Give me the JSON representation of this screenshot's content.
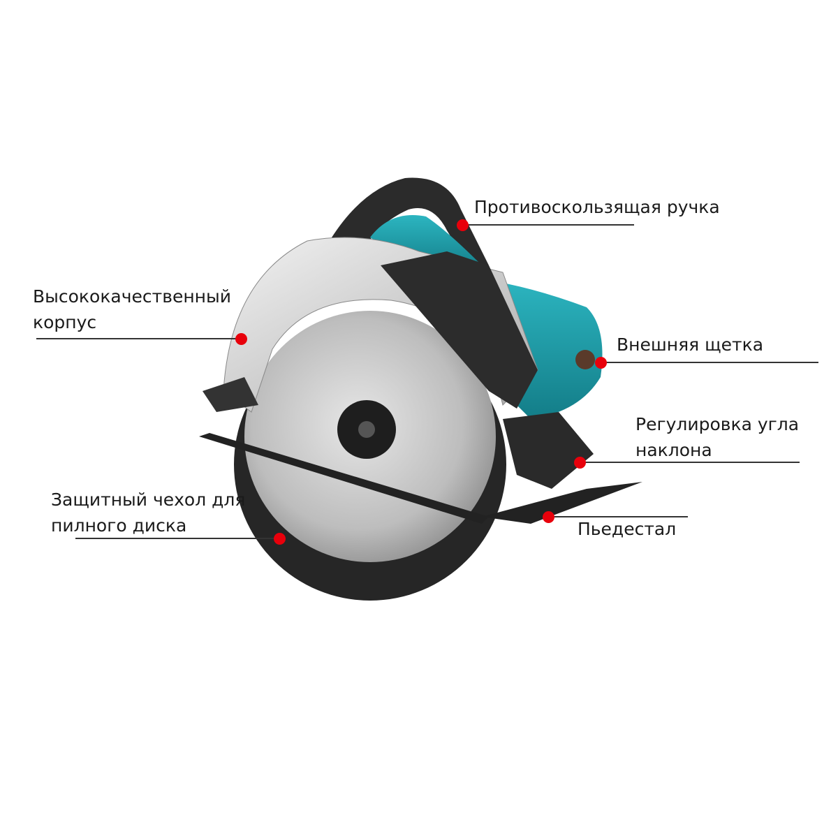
{
  "colors": {
    "marker": "#e8000b",
    "motor": "#1a9aa6",
    "guard": "#2a2a2a",
    "blade": "#c8c8c8"
  },
  "callouts": {
    "handle": {
      "lines": [
        "Противоскользящая ручка"
      ]
    },
    "housing": {
      "lines": [
        "Высококачественный",
        "корпус"
      ]
    },
    "brush": {
      "lines": [
        "Внешняя щетка"
      ]
    },
    "bevel": {
      "lines": [
        "Регулировка угла",
        "наклона"
      ]
    },
    "guard": {
      "lines": [
        "Защитный чехол для",
        "пилного диска"
      ]
    },
    "base": {
      "lines": [
        "Пьедестал"
      ]
    }
  }
}
